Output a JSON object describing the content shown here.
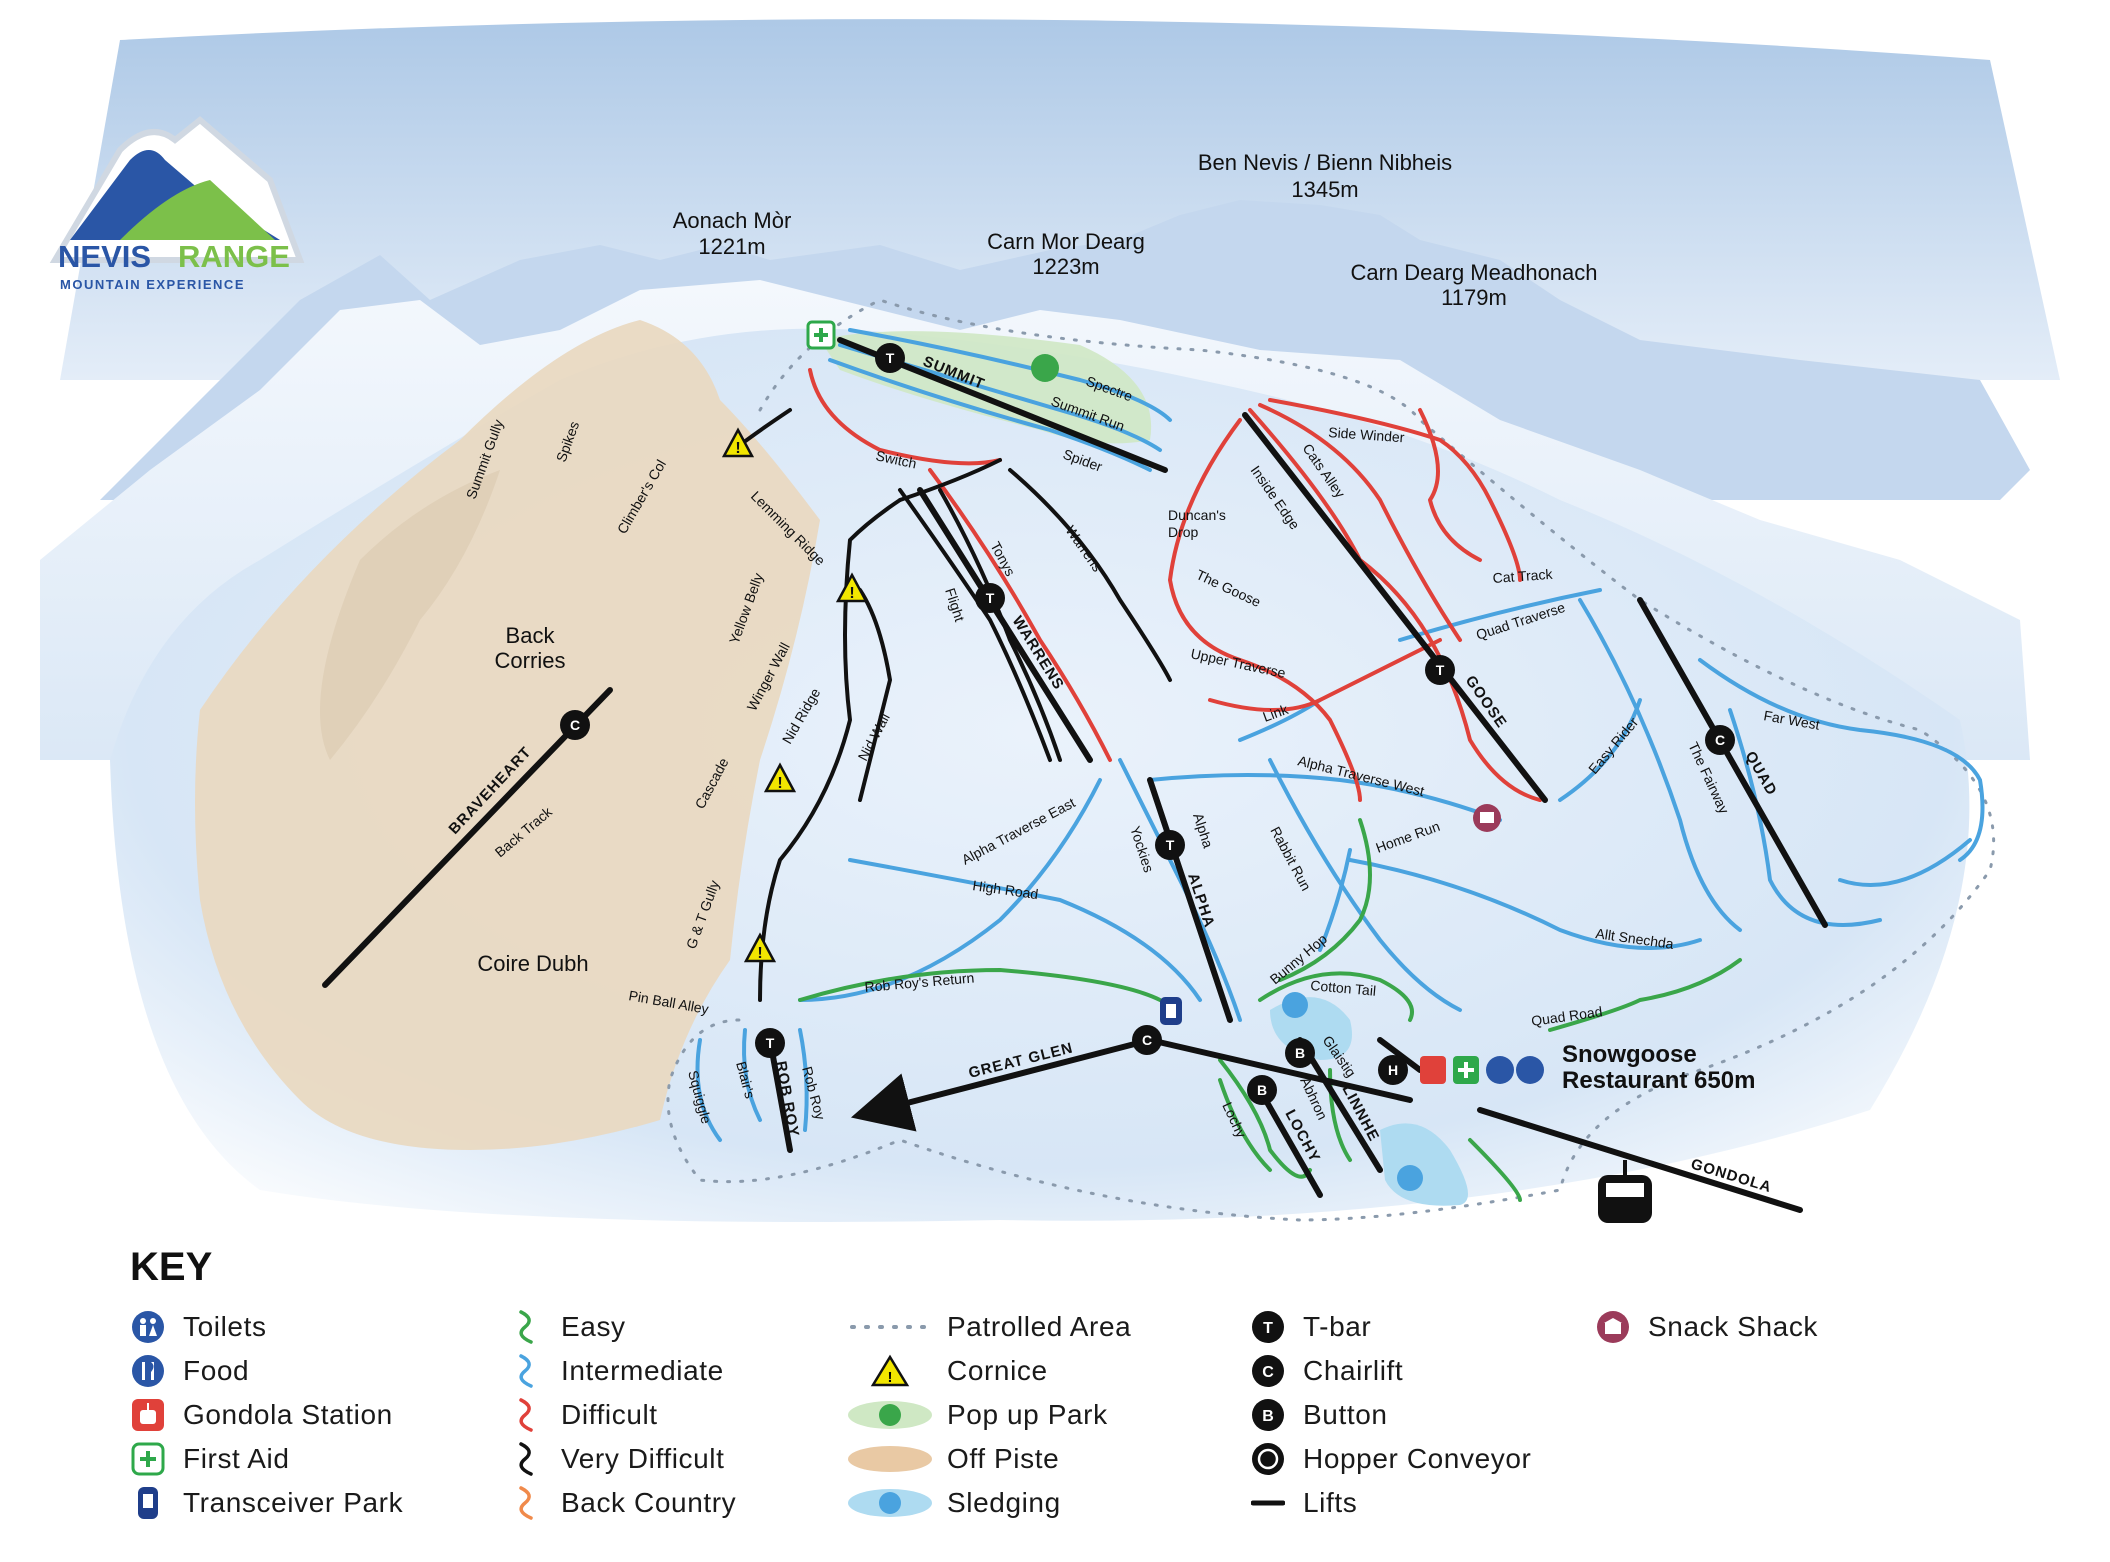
{
  "brand": {
    "name_a": "NEVIS",
    "name_b": "RANGE",
    "tagline": "MOUNTAIN EXPERIENCE"
  },
  "peaks": {
    "ben_nevis": {
      "name": "Ben Nevis / Bienn Nibheis",
      "height": "1345m"
    },
    "aonach_mor": {
      "name": "Aonach Mòr",
      "height": "1221m"
    },
    "carn_mor_dearg": {
      "name": "Carn Mor Dearg",
      "height": "1223m"
    },
    "carn_dearg": {
      "name": "Carn Dearg Meadhonach",
      "height": "1179m"
    }
  },
  "areas": {
    "back_corries_1": "Back",
    "back_corries_2": "Corries",
    "coire_dubh": "Coire Dubh"
  },
  "lifts": {
    "summit": "SUMMIT",
    "warrens": "WARRENS",
    "goose": "GOOSE",
    "quad": "QUAD",
    "braveheart": "BRAVEHEART",
    "alpha": "ALPHA",
    "great_glen": "GREAT GLEN",
    "rob_roy": "ROB ROY",
    "linnhe": "LINNHE",
    "lochy": "LOCHY",
    "gondola": "GONDOLA"
  },
  "runs": {
    "spectre": "Spectre",
    "summit_run": "Summit Run",
    "spider": "Spider",
    "switch": "Switch",
    "warrens": "Warrens",
    "tonys": "Tonys",
    "flight": "Flight",
    "lemming_ridge": "Lemming Ridge",
    "nid_ridge": "Nid Ridge",
    "nid_wall": "Nid Wall",
    "summit_gully": "Summit Gully",
    "spikes": "Spikes",
    "climbers_col": "Climber's Col",
    "yellow_belly": "Yellow Belly",
    "winger_wall": "Winger Wall",
    "cascade": "Cascade",
    "back_track": "Back Track",
    "gt_gully": "G & T Gully",
    "pin_ball_alley": "Pin Ball Alley",
    "side_winder": "Side Winder",
    "cats_alley": "Cats Alley",
    "inside_edge": "Inside Edge",
    "duncans_drop_1": "Duncan's",
    "duncans_drop_2": "Drop",
    "the_goose": "The Goose",
    "upper_traverse": "Upper Traverse",
    "link": "Link",
    "cat_track": "Cat Track",
    "quad_traverse": "Quad Traverse",
    "easy_rider": "Easy Rider",
    "the_fairway": "The Fairway",
    "far_west": "Far West",
    "alpha_traverse_west": "Alpha Traverse West",
    "alpha_traverse_east": "Alpha Traverse East",
    "rabbit_run": "Rabbit Run",
    "home_run": "Home Run",
    "alpha": "Alpha",
    "yockies": "Yockies",
    "high_road": "High Road",
    "allt_snechda": "Allt Snechda",
    "rob_roys_return": "Rob Roy's Return",
    "bunny_hop": "Bunny Hop",
    "cotton_tail": "Cotton Tail",
    "glaistig": "Glaistig",
    "abhron": "Abhron",
    "lochy": "Lochy",
    "quad_road": "Quad Road",
    "squiggle": "Squiggle",
    "blairs": "Blair's",
    "rob_roy": "Rob Roy"
  },
  "restaurant": {
    "line1": "Snowgoose",
    "line2": "Restaurant 650m"
  },
  "key": {
    "title": "KEY",
    "col1": [
      "Toilets",
      "Food",
      "Gondola Station",
      "First Aid",
      "Transceiver Park"
    ],
    "col2": [
      "Easy",
      "Intermediate",
      "Difficult",
      "Very Difficult",
      "Back Country"
    ],
    "col3": [
      "Patrolled Area",
      "Cornice",
      "Pop up Park",
      "Off Piste",
      "Sledging"
    ],
    "col4": [
      "T-bar",
      "Chairlift",
      "Button",
      "Hopper Conveyor",
      "Lifts"
    ],
    "col5": [
      "Snack Shack"
    ]
  },
  "colors": {
    "easy": "#3aa64a",
    "intermediate": "#4aa3df",
    "difficult": "#e0413a",
    "very_difficult": "#111111",
    "back_country": "#f08a4b",
    "first_aid": "#2ea84a",
    "gondola": "#e0413a",
    "toilets": "#2a56a6",
    "snack_shack": "#9b3b5a",
    "off_piste": "#e9d9c2",
    "pop_up_park": "#cfe8c4",
    "sledging": "#aedbf1",
    "brand_blue": "#2a56a6",
    "brand_green": "#7cc04a"
  }
}
